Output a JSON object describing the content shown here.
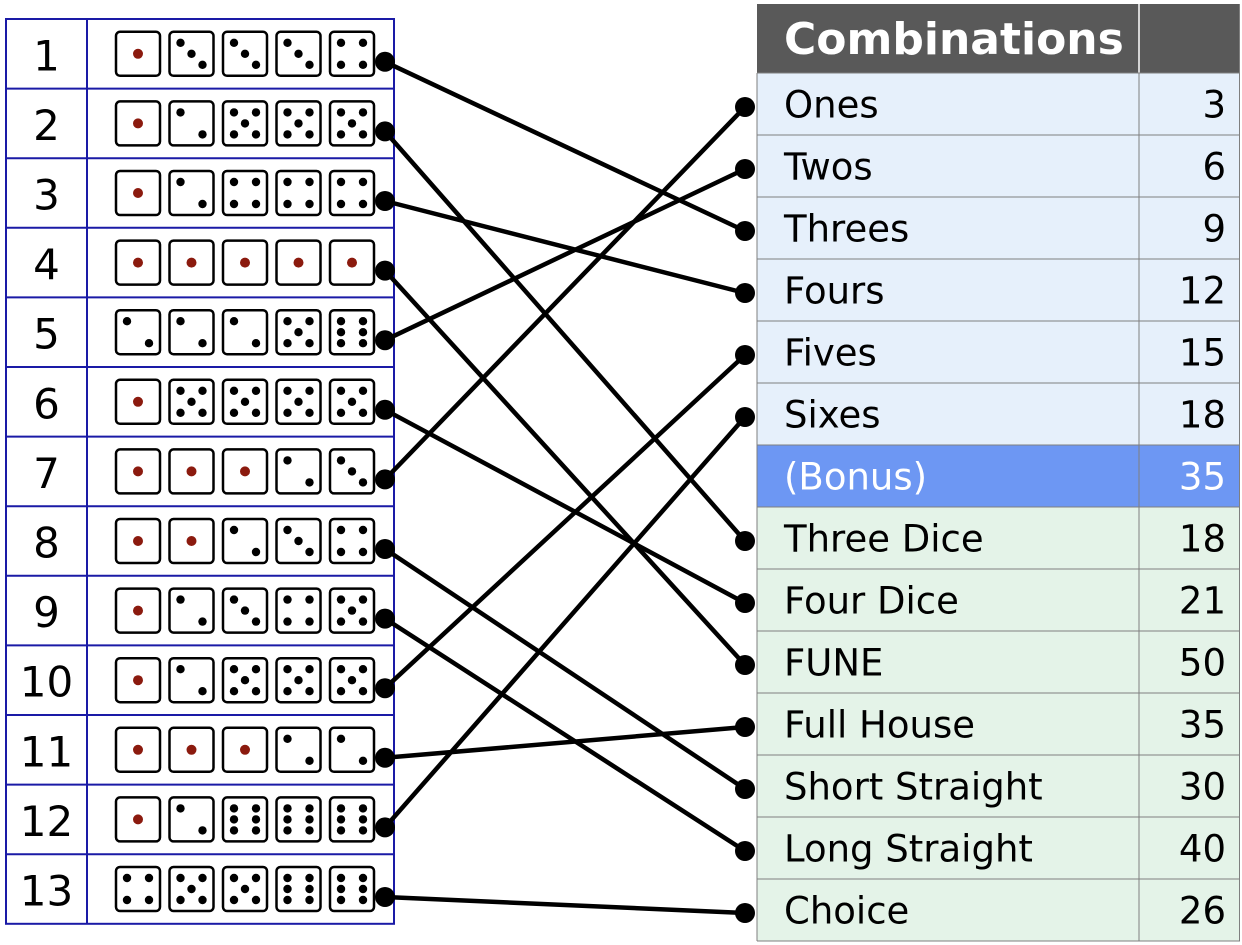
{
  "rolls": [
    {
      "num": "1",
      "dice": [
        1,
        3,
        3,
        3,
        4
      ]
    },
    {
      "num": "2",
      "dice": [
        1,
        2,
        5,
        5,
        5
      ]
    },
    {
      "num": "3",
      "dice": [
        1,
        2,
        4,
        4,
        4
      ]
    },
    {
      "num": "4",
      "dice": [
        1,
        1,
        1,
        1,
        1
      ]
    },
    {
      "num": "5",
      "dice": [
        2,
        2,
        2,
        5,
        6
      ]
    },
    {
      "num": "6",
      "dice": [
        1,
        5,
        5,
        5,
        5
      ]
    },
    {
      "num": "7",
      "dice": [
        1,
        1,
        1,
        2,
        3
      ]
    },
    {
      "num": "8",
      "dice": [
        1,
        1,
        2,
        3,
        4
      ]
    },
    {
      "num": "9",
      "dice": [
        1,
        2,
        3,
        4,
        5
      ]
    },
    {
      "num": "10",
      "dice": [
        1,
        2,
        5,
        5,
        5
      ]
    },
    {
      "num": "11",
      "dice": [
        1,
        1,
        1,
        2,
        2
      ]
    },
    {
      "num": "12",
      "dice": [
        1,
        2,
        6,
        6,
        6
      ]
    },
    {
      "num": "13",
      "dice": [
        4,
        5,
        5,
        6,
        6
      ]
    }
  ],
  "table": {
    "header": "Combinations",
    "categories": [
      {
        "name": "Ones",
        "score": "3",
        "section": "upper"
      },
      {
        "name": "Twos",
        "score": "6",
        "section": "upper"
      },
      {
        "name": "Threes",
        "score": "9",
        "section": "upper"
      },
      {
        "name": "Fours",
        "score": "12",
        "section": "upper"
      },
      {
        "name": "Fives",
        "score": "15",
        "section": "upper"
      },
      {
        "name": "Sixes",
        "score": "18",
        "section": "upper"
      },
      {
        "name": "(Bonus)",
        "score": "35",
        "section": "bonus"
      },
      {
        "name": "Three Dice",
        "score": "18",
        "section": "lower"
      },
      {
        "name": "Four Dice",
        "score": "21",
        "section": "lower"
      },
      {
        "name": "FUNE",
        "score": "50",
        "section": "lower"
      },
      {
        "name": "Full House",
        "score": "35",
        "section": "lower"
      },
      {
        "name": "Short Straight",
        "score": "30",
        "section": "lower"
      },
      {
        "name": "Long Straight",
        "score": "40",
        "section": "lower"
      },
      {
        "name": "Choice",
        "score": "26",
        "section": "lower"
      }
    ]
  },
  "connections": [
    {
      "roll": 1,
      "category": "Threes"
    },
    {
      "roll": 2,
      "category": "Three Dice"
    },
    {
      "roll": 3,
      "category": "Fours"
    },
    {
      "roll": 4,
      "category": "FUNE"
    },
    {
      "roll": 5,
      "category": "Twos"
    },
    {
      "roll": 6,
      "category": "Four Dice"
    },
    {
      "roll": 7,
      "category": "Ones"
    },
    {
      "roll": 8,
      "category": "Short Straight"
    },
    {
      "roll": 9,
      "category": "Long Straight"
    },
    {
      "roll": 10,
      "category": "Fives"
    },
    {
      "roll": 11,
      "category": "Full House"
    },
    {
      "roll": 12,
      "category": "Sixes"
    },
    {
      "roll": 13,
      "category": "Choice"
    }
  ],
  "colors": {
    "gridLine": "#1a1aa6",
    "headerBg": "#595959",
    "upperBg": "#e6f0fb",
    "bonusBg": "#6d97f3",
    "lowerBg": "#e4f3e8",
    "tableLine": "#7f7f7f",
    "pipOne": "#8b1a0e",
    "pip": "#000000",
    "line": "#000000"
  }
}
